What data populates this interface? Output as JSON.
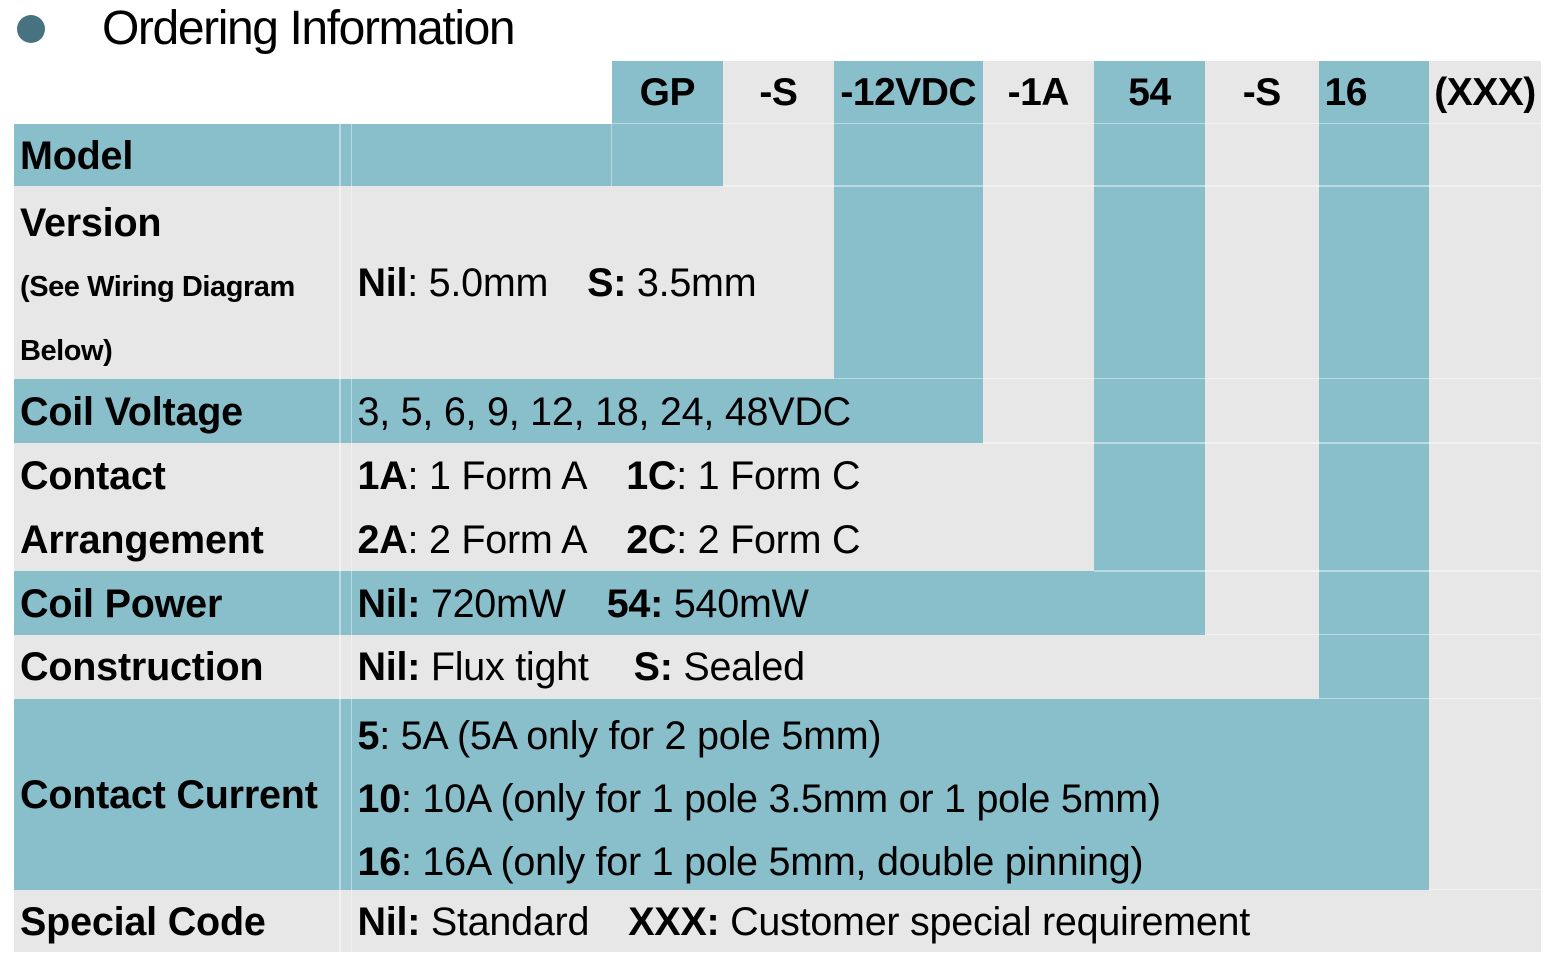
{
  "title": "Ordering Information",
  "colors": {
    "teal": "#89BECB",
    "gray": "#E7E7E8",
    "bullet_teal": "#46737F",
    "gridline": "rgba(255,255,255,0.42)",
    "text": "#000000"
  },
  "part_number_header": {
    "model_code": "GP",
    "version_code": "-S",
    "coil_voltage_code": "-12VDC",
    "contact_arrangement_code": "-1A",
    "coil_power_code": "54",
    "construction_code": "-S",
    "contact_current_code": "16",
    "special_code": "(XXX)"
  },
  "rows": {
    "model": {
      "label": "Model",
      "value": ""
    },
    "version": {
      "label": "Version",
      "note_line1": "(See Wiring Diagram",
      "note_line2": "Below)",
      "k1": "Nil",
      "d1": ": 5.0mm",
      "k2": "S:",
      "d2": " 3.5mm"
    },
    "coil_voltage": {
      "label": "Coil Voltage",
      "value": "3, 5, 6, 9, 12, 18, 24, 48VDC"
    },
    "contact_arrangement": {
      "label_line1": "Contact",
      "label_line2": "Arrangement",
      "l1k1": "1A",
      "l1d1": ": 1 Form A",
      "l1k2": "1C",
      "l1d2": ": 1 Form C",
      "l2k1": "2A",
      "l2d1": ": 2 Form A",
      "l2k2": "2C",
      "l2d2": ": 2 Form C"
    },
    "coil_power": {
      "label": "Coil Power",
      "k1": "Nil:",
      "d1": " 720mW",
      "k2": "54:",
      "d2": " 540mW"
    },
    "construction": {
      "label": "Construction",
      "k1": "Nil:",
      "d1": " Flux tight",
      "k2": "S:",
      "d2": " Sealed"
    },
    "contact_current": {
      "label": "Contact Current",
      "l1k": "5",
      "l1d": ": 5A (5A only for 2 pole 5mm)",
      "l2k": "10",
      "l2d": ": 10A (only for 1 pole 3.5mm or 1 pole 5mm)",
      "l3k": "16",
      "l3d": ": 16A (only for 1 pole 5mm, double pinning)"
    },
    "special_code": {
      "label": "Special Code",
      "k1": "Nil:",
      "d1": " Standard",
      "k2": "XXX:",
      "d2": " Customer special requirement"
    }
  }
}
